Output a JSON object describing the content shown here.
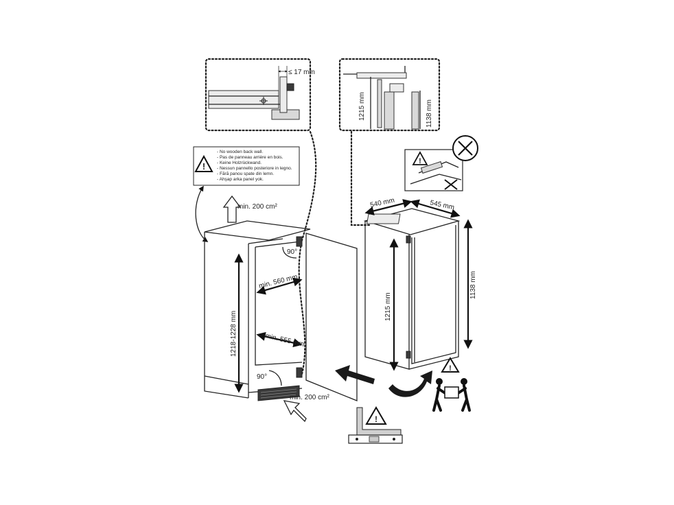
{
  "detail_gap": {
    "label": "≤ 17 mm"
  },
  "detail_height": {
    "left_label": "1215 mm",
    "right_label": "1138 mm"
  },
  "warning_box": {
    "icon": "warning-triangle-icon",
    "lines": [
      "- No wooden back wall.",
      "- Pas de panneau arrière en bois.",
      "- Keine Holzrückwand.",
      "- Nessun pannello posteriore in legno.",
      "- Fără panou spate din lemn.",
      "- Ahşap arka panel yok."
    ]
  },
  "ventilation": {
    "top_label": "min. 200 cm²",
    "bottom_label": "min. 200 cm²"
  },
  "niche": {
    "height_label": "1218-1228 mm",
    "width_top_label": "min. 560 mm",
    "width_bottom_label": "min. 555 mm",
    "angle_top_label": "90°",
    "angle_bottom_label": "90°"
  },
  "appliance": {
    "width_label": "540 mm",
    "depth_label": "545 mm",
    "height_label": "1215 mm",
    "body_height_label": "1138 mm"
  },
  "icons": [
    "warning-triangle-icon",
    "no-symbol-icon",
    "two-person-lift-icon",
    "spirit-level-icon",
    "insert-arrow-icon",
    "rotate-arrow-icon",
    "airflow-arrow-icon"
  ]
}
